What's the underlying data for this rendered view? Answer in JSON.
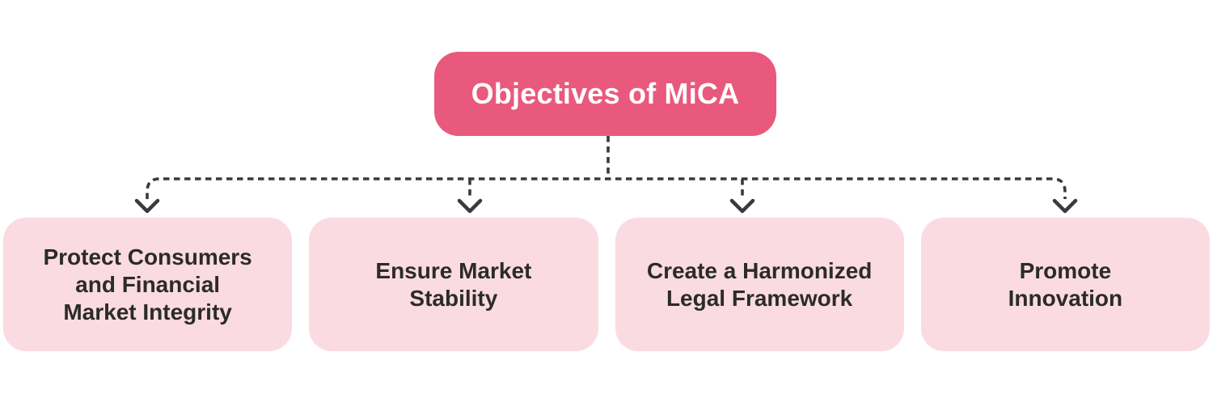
{
  "diagram": {
    "type": "flowchart",
    "root": {
      "label": "Objectives of MiCA"
    },
    "children": [
      {
        "label": "Protect Consumers\nand Financial\nMarket Integrity"
      },
      {
        "label": "Ensure Market\nStability"
      },
      {
        "label": "Create a Harmonized\nLegal Framework"
      },
      {
        "label": "Promote\nInnovation"
      }
    ],
    "colors": {
      "canvas_bg": "#FFFFFF",
      "root_bg": "#E9597D",
      "root_text": "#FFFFFF",
      "child_bg": "#FBDBE2",
      "child_text": "#2B2B2B",
      "connector": "#3A3A3A"
    }
  }
}
